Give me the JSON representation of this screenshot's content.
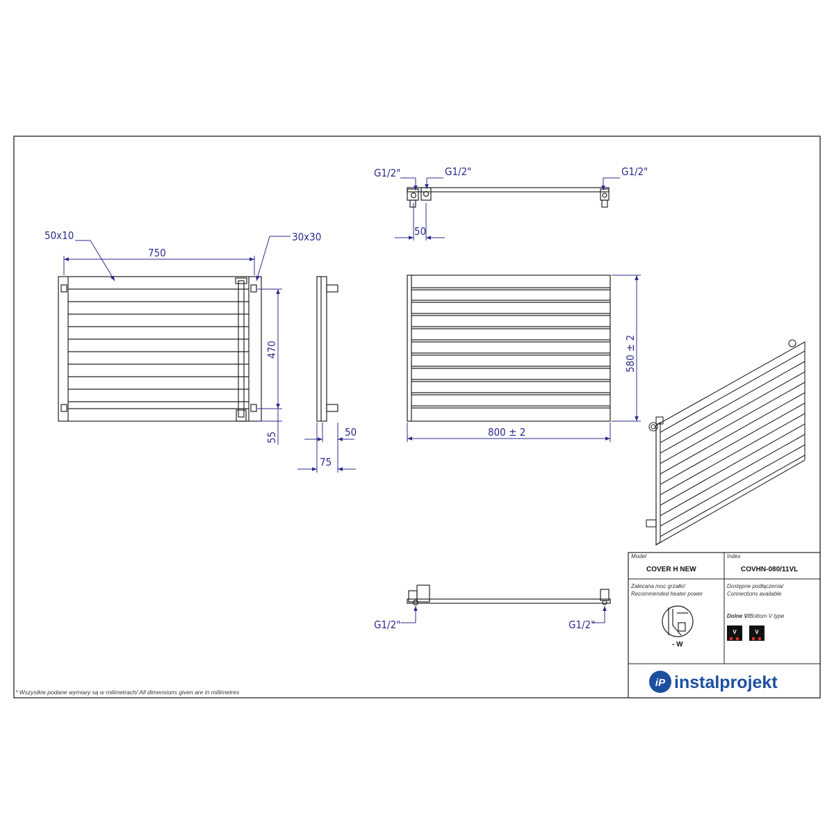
{
  "front_view": {
    "dim_tube": "50x10",
    "dim_width": "750",
    "dim_collector": "30x30",
    "dim_height": "470",
    "dim_bottom": "55"
  },
  "side_view": {
    "dim_depth_wall": "50",
    "dim_depth_total": "75"
  },
  "top_view": {
    "conn_left": "G1/2\"",
    "conn_mid": "G1/2\"",
    "conn_right": "G1/2\"",
    "dim_spacing": "50"
  },
  "overall_view": {
    "dim_height": "580  ± 2",
    "dim_width": "800  ± 2"
  },
  "bottom_view": {
    "conn_left": "G1/2\"",
    "conn_right": "G1/2\""
  },
  "title_block": {
    "model_label": "Model",
    "model_value": "COVER H NEW",
    "index_label": "Index",
    "index_value": "COVHN-080/11VL",
    "heater_label_pl": "Zalecana moc grzałki/",
    "heater_label_en": "Recommended heater power",
    "heater_value": "- W",
    "connections_label_pl": "Dostępne podłączenia/",
    "connections_label_en": "Connections available",
    "connection_type_pl": "Dolne V/",
    "connection_type_en": "Bottom V type",
    "connection_badge": "V"
  },
  "footnote": {
    "pl": "* Wszystkie podane wymiary są w milimetrach/",
    "en": " All dimensions given are in millimetres"
  },
  "brand": {
    "logo_mark": "iP",
    "name": "instalprojekt"
  },
  "colors": {
    "dimension": "#2b2b8c",
    "outline": "#222222",
    "brand": "#1d4fa0"
  }
}
